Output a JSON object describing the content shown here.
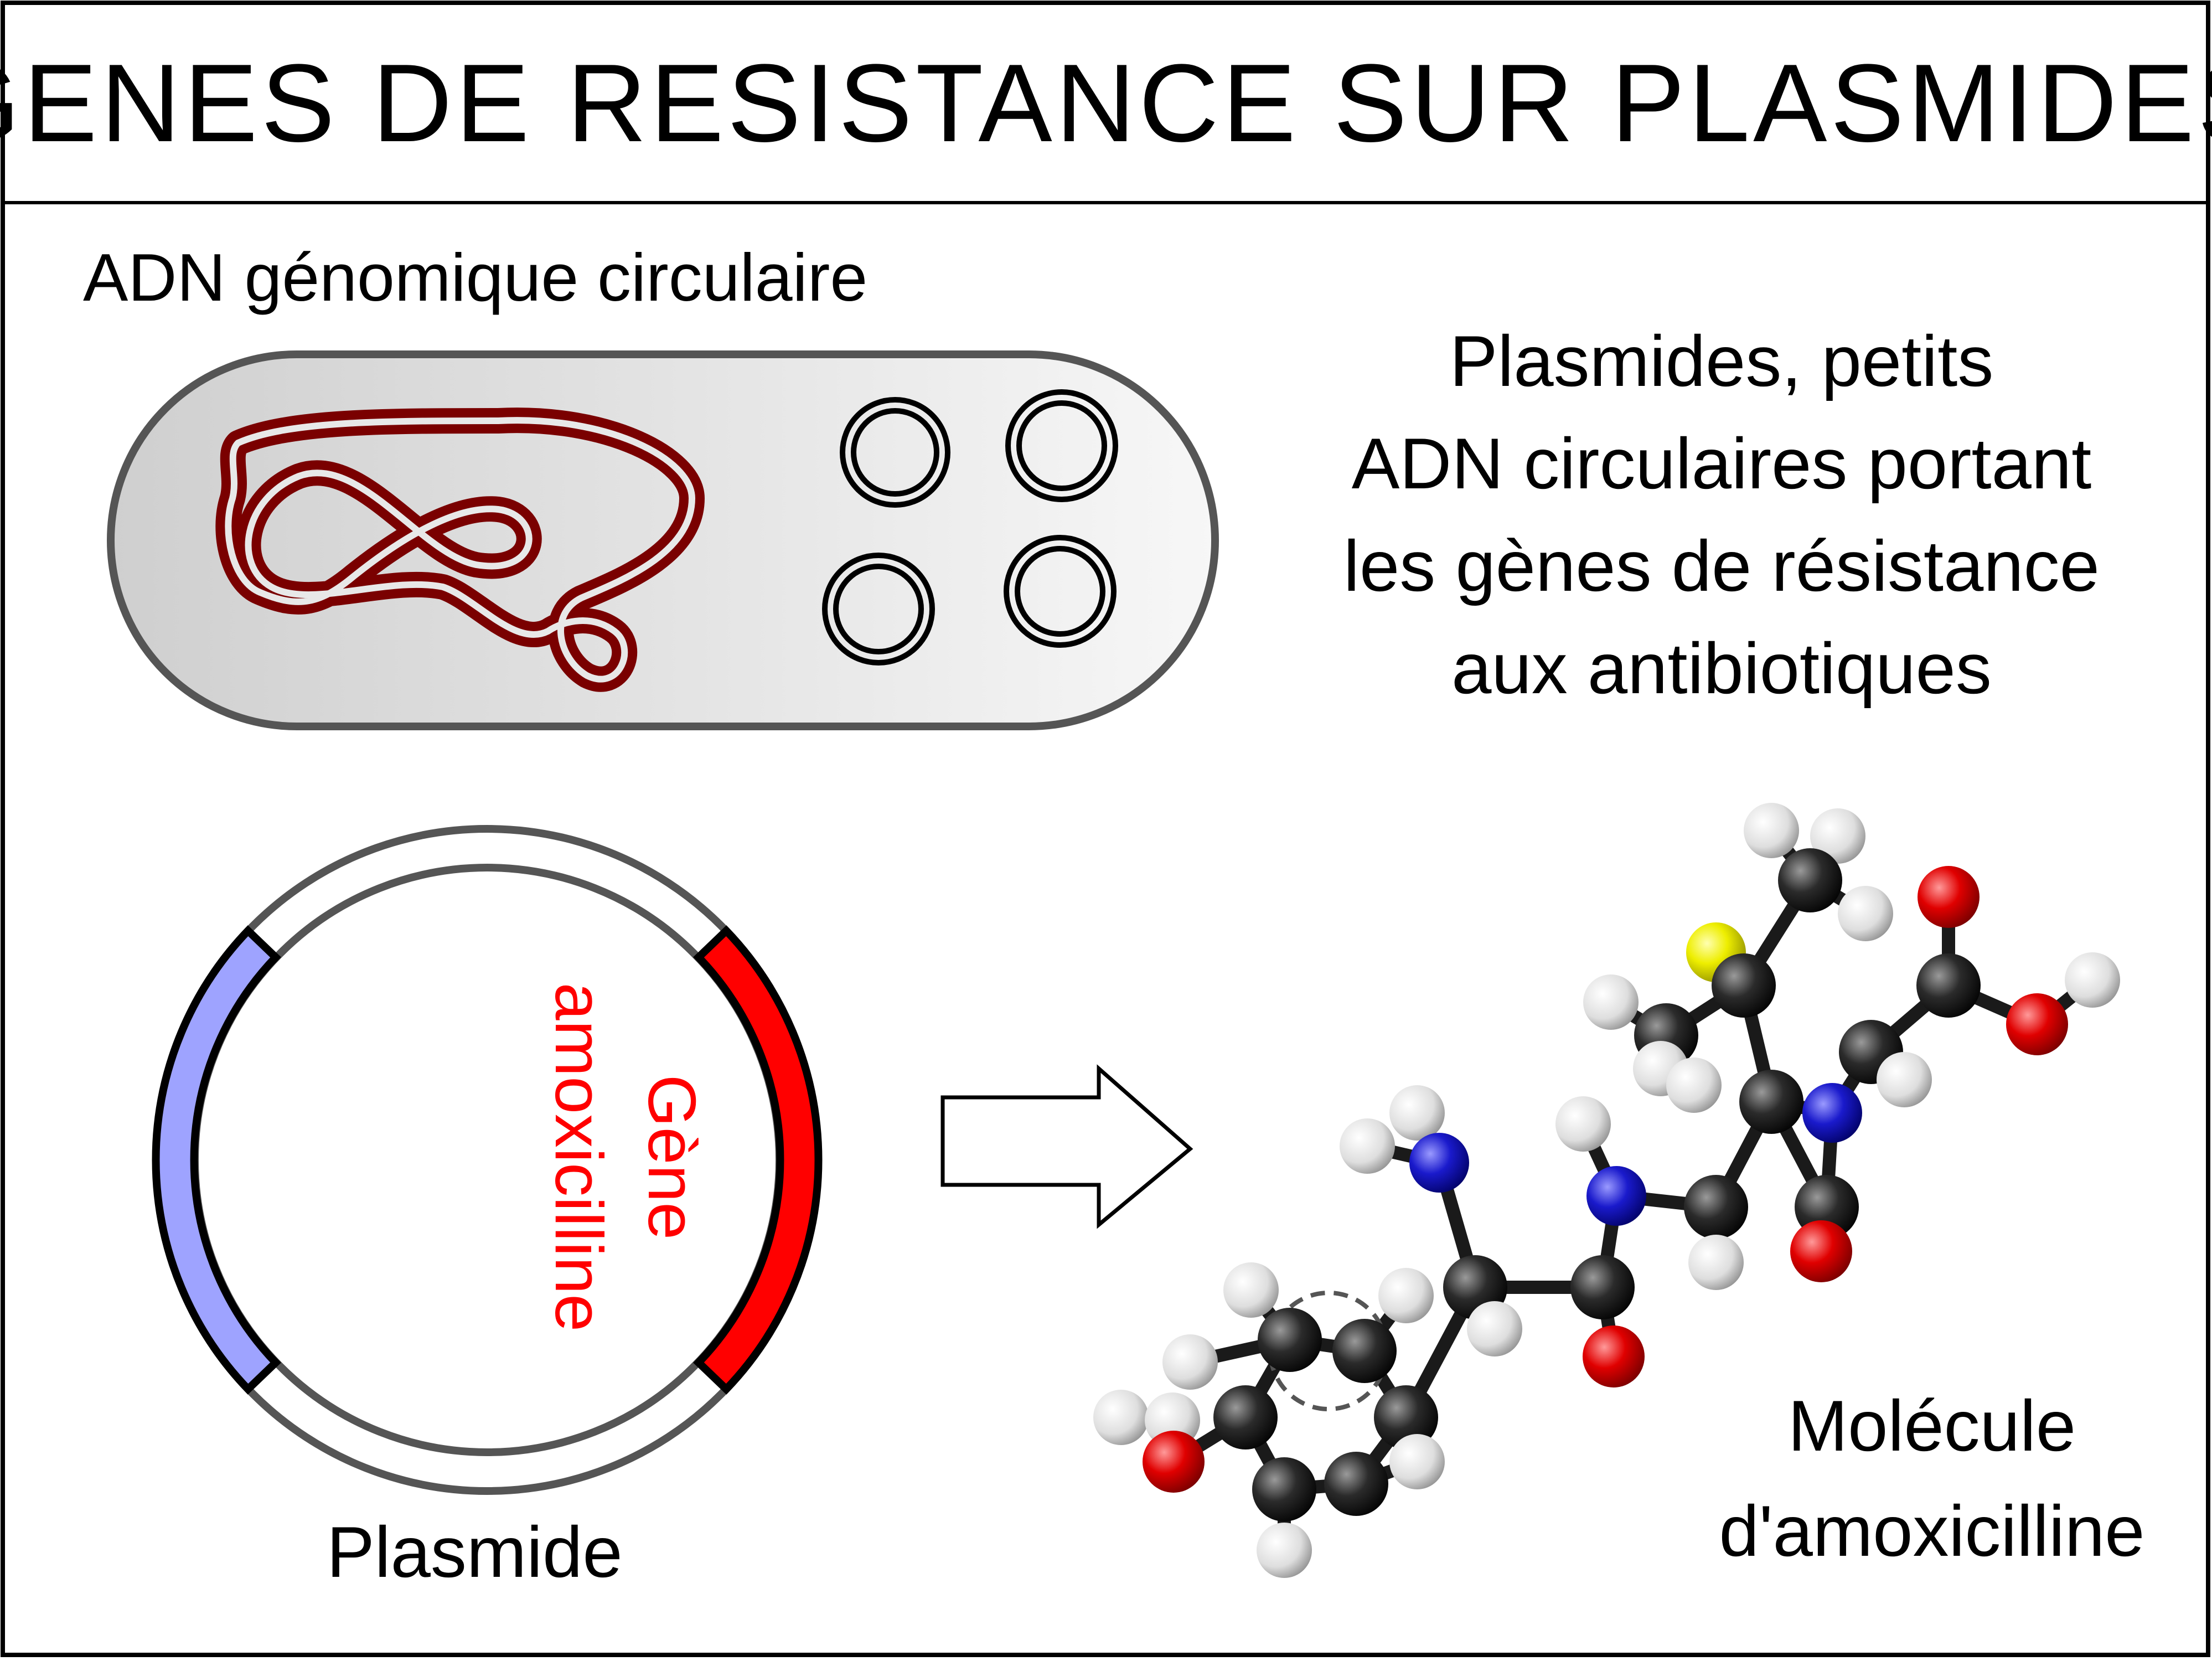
{
  "title": "GENES DE RESISTANCE SUR PLASMIDES",
  "bacterium": {
    "genome_label": "ADN génomique circulaire",
    "plasmid_count": 4
  },
  "plasmid_description": {
    "lines": [
      "Plasmides, petits",
      "ADN circulaires portant",
      "les gènes de résistance",
      "aux antibiotiques"
    ]
  },
  "plasmid_map": {
    "label": "Plasmide",
    "gene_label_lines": [
      "Gène",
      "amoxicilline"
    ]
  },
  "molecule": {
    "label_lines": [
      "Molécule",
      "d'amoxicilline"
    ]
  },
  "colors": {
    "genome_dna": "#7a0000",
    "resistance_gene": "#ff0000",
    "other_gene": "#9ea3ff",
    "carbon": "#222222",
    "hydrogen": "#f2f2f2",
    "oxygen": "#dd0000",
    "nitrogen": "#1a1acc",
    "sulfur": "#eeee00"
  }
}
